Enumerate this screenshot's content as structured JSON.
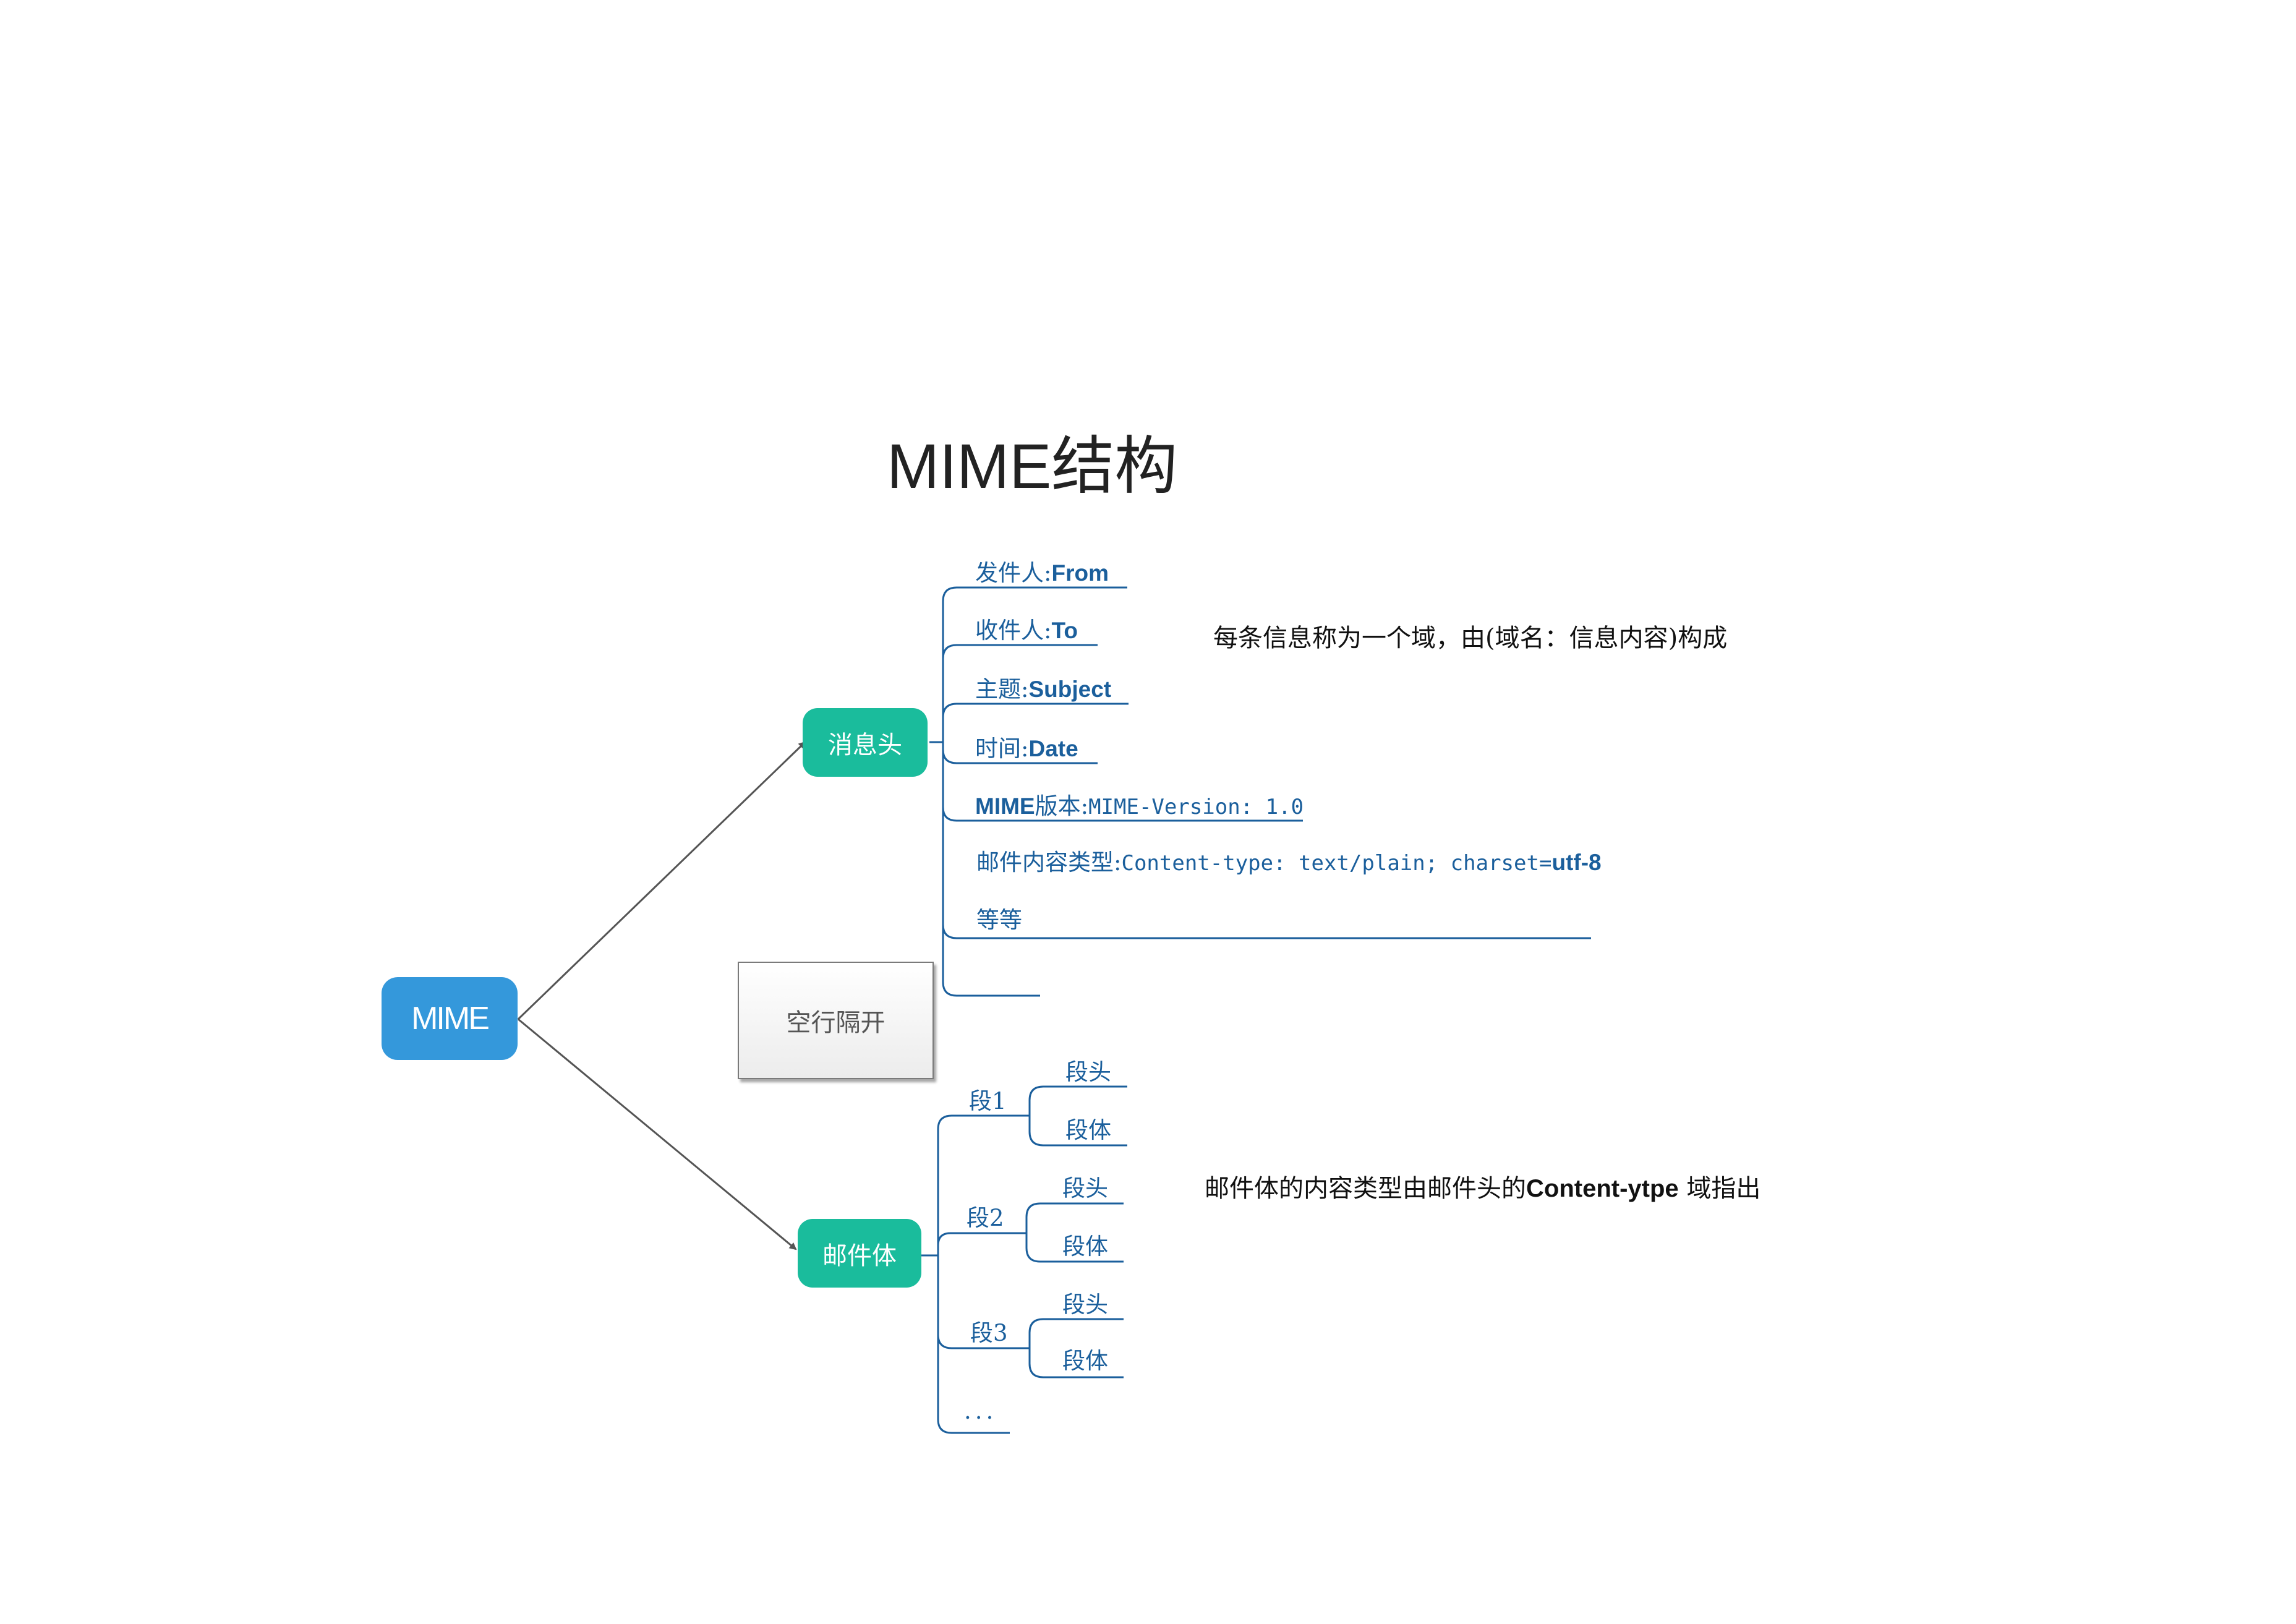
{
  "title": "MIME结构",
  "root": {
    "label": "MIME"
  },
  "header": {
    "label": "消息头",
    "fields": [
      {
        "name": "发件人:",
        "value": "From"
      },
      {
        "name": "收件人:",
        "value": "To"
      },
      {
        "name": "主题:",
        "value": "Subject"
      },
      {
        "name": "时间:",
        "value": "Date"
      },
      {
        "name_prefix": "MIME",
        "name": "版本:",
        "value": "MIME-Version: 1.0"
      },
      {
        "name": "邮件内容类型:",
        "value": "Content-type: text/plain; charset=",
        "value_suffix": "utf-8"
      },
      {
        "name": "等等"
      }
    ],
    "note": "每条信息称为一个域，由(域名：信息内容)构成"
  },
  "separator": {
    "label": "空行隔开"
  },
  "body": {
    "label": "邮件体",
    "segments": [
      {
        "label": "段1",
        "children": [
          "段头",
          "段体"
        ]
      },
      {
        "label": "段2",
        "children": [
          "段头",
          "段体"
        ]
      },
      {
        "label": "段3",
        "children": [
          "段头",
          "段体"
        ]
      },
      {
        "label": "..."
      }
    ],
    "note_before": "邮件体的内容类型由邮件头的",
    "note_bold": "Content-ytpe",
    "note_after": " 域指出"
  },
  "colors": {
    "root": "#3498db",
    "branch": "#1abc9c",
    "connector": "#1b5f9c",
    "arrow": "#555555"
  }
}
